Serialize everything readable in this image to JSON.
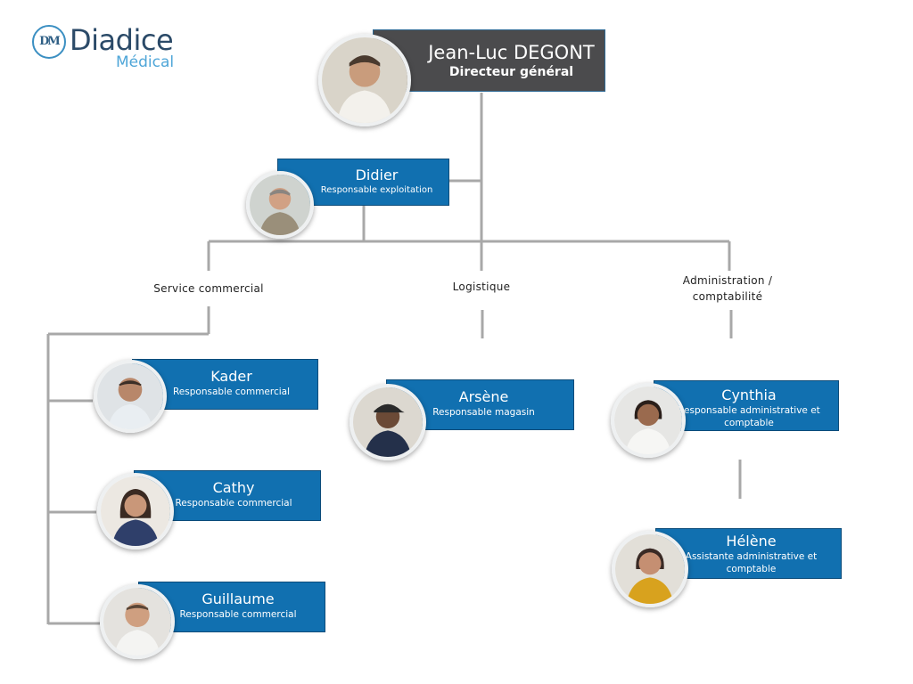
{
  "logo": {
    "mark": "DM",
    "brand": "Diadice",
    "sub": "Médical"
  },
  "ceo": {
    "name": "Jean-Luc DEGONT",
    "role": "Directeur  général"
  },
  "ops": {
    "name": "Didier",
    "role": "Responsable exploitation"
  },
  "departments": {
    "commercial": "Service commercial",
    "logistics": "Logistique",
    "admin_line1": "Administration /",
    "admin_line2": "comptabilité"
  },
  "staff": {
    "kader": {
      "name": "Kader",
      "role": "Responsable commercial"
    },
    "cathy": {
      "name": "Cathy",
      "role": "Responsable commercial"
    },
    "guillaume": {
      "name": "Guillaume",
      "role": "Responsable commercial"
    },
    "arsene": {
      "name": "Arsène",
      "role": "Responsable magasin"
    },
    "cynthia": {
      "name": "Cynthia",
      "role_line1": "Responsable administrative et",
      "role_line2": "comptable"
    },
    "helene": {
      "name": "Hélène",
      "role_line1": "Assistante administrative et",
      "role_line2": "comptable"
    }
  },
  "colors": {
    "box_blue": "#1170b0",
    "box_dark": "#4b4b4d",
    "connector": "#a8a8a8",
    "logo_dark": "#2b4a68",
    "logo_light": "#4fa6d8"
  },
  "icons": {
    "avatar": "person-photo-icon",
    "logo": "dm-monogram-icon"
  }
}
